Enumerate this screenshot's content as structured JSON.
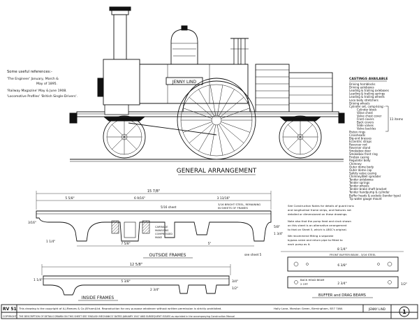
{
  "references": {
    "heading": "Some useful references:-",
    "items": [
      "'The Engineer' January, March &",
      "May of 1895.",
      "'Railway Magazine' May & June 1908.",
      "'Locomotive Profiles' 'British Single-Drivers'."
    ]
  },
  "nameplate": "JENNY LIND",
  "general_arrangement_title": "GENERAL ARRANGEMENT",
  "castings": {
    "title": "CASTINGS AVAILABLE",
    "items": [
      "Driving hornblocks",
      "Driving axleboxes",
      "Leading & trailing axleboxes",
      "Leading & trailing springs",
      "Leading & trailing wheels",
      "Loco body stretchers",
      "Driving wheels",
      "Cylinder set, comprising:-",
      "Cylinder block",
      "Valve chest",
      "Valve chest cover",
      "Front covers",
      "Back covers",
      "Slide valves",
      "Valve buckles",
      "Piston rings",
      "Crossheads",
      "Big-end brasses",
      "Eccentric straps",
      "Reverser rod",
      "Reverser stand",
      "Smokebox door",
      "Smokebox front ring",
      "Firebox casing",
      "Regulator body",
      "Chimney",
      "Outer dome body",
      "Outer dome cap",
      "Safety valve casing",
      "Chimney/Bell spreader",
      "Tender axleboxes",
      "Tender springs",
      "Tender wheels",
      "Tender brake shaft bracket",
      "Tender handpump & cylinder",
      "Buffer heads & sockets (tender type)",
      "Tip water gauge mount"
    ],
    "bracket_label": "11 items",
    "notes": [
      "See Construction Notes for details of guard irons",
      "and longitudinal frame strips, and features not",
      "detailed or dimensioned on these drawings.",
      "Note also that the pump feed and clack shown",
      "on this sheet is an alternative arrangement",
      "to that on Sheet 5, which is LBSC's original.",
      "We recommend fitting a separate",
      "bypass valve and return pipe to fitted to",
      "each pump as it."
    ]
  },
  "outside_frames": {
    "title": "OUTSIDE FRAMES",
    "overall_dim": "15 7/8\"",
    "dims": [
      "5 5/8\"",
      "6 9/16\"",
      "3 13/16\"",
      "5\"",
      "7 5/8\"",
      "1 1/4\"",
      "3/16\"",
      "5/8\"",
      "1 3/4\""
    ],
    "notes": [
      "5/16 sheet",
      "3/16 BRIGHT STEEL, REMAINING",
      "IN SHEETS OF FRAMES",
      "CARRIAGE",
      "MANSIONS",
      "COMPRESSED",
      "MAKE"
    ],
    "see_sheet": "see sheet 5"
  },
  "inside_frames": {
    "title": "INSIDE FRAMES",
    "overall_dim": "12 5/8\"",
    "dims": [
      "5 3/8\"",
      "1 1/4\"",
      "2 3/4\"",
      "3/4\"",
      "1/2\""
    ]
  },
  "buffer_beams": {
    "title": "BUFFER and DRAG BEAMS",
    "overall_dim": "8 1/4\"",
    "labels": [
      "FRONT BUFFER BEAM - 3/16 STEEL",
      "BACK HEAD BEAM",
      "2 OFF"
    ],
    "dims": [
      "6 3/8\"",
      "2 3/4\"",
      "1/2\""
    ]
  },
  "footer": {
    "sheet_id": "RV 51",
    "copyright": "This drawing is the copyright of A.J.Reeves & Co.(B'ham)Ltd. Reproduction for any purpose whatever without written permission is strictly prohibited.",
    "publisher": "Holly Lane, Marston Green, Birmingham, B37 7AW.",
    "model": "JENNY LIND",
    "sheet_number": "1",
    "copyright_mark": "COPYRIGHT",
    "description": "THE DESCRIPTION OF DETAILS DRAWN ON THIS SHEET SEE 'ENGLISH MECHANICS' DATED JANUARY 1947 AND SUBSEQUENT ISSUES as reprinted in the accompanying Construction Manual"
  }
}
